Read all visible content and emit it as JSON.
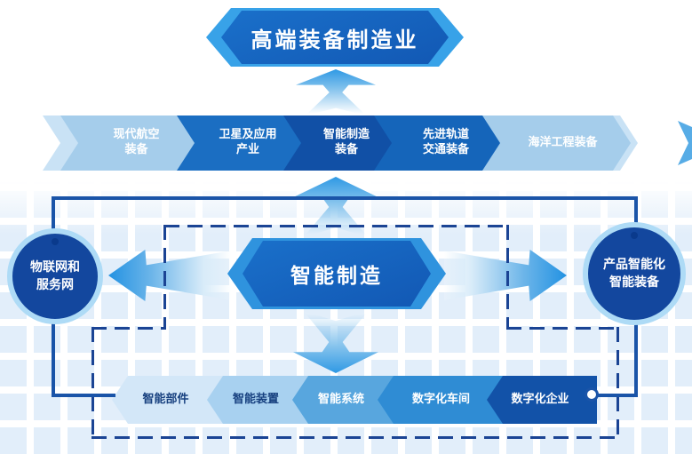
{
  "top_banner": {
    "label": "高端装备制造业"
  },
  "industry_chain": {
    "items": [
      {
        "line1": "现代航空",
        "line2": "装备"
      },
      {
        "line1": "卫星及应用",
        "line2": "产业"
      },
      {
        "line1": "智能制造",
        "line2": "装备"
      },
      {
        "line1": "先进轨道",
        "line2": "交通装备"
      },
      {
        "line1": "海洋工程装备",
        "line2": ""
      }
    ]
  },
  "core": {
    "label": "智能制造"
  },
  "left_node": {
    "line1": "物联网和",
    "line2": "服务网"
  },
  "right_node": {
    "line1": "产品智能化",
    "line2": "智能装备"
  },
  "levels": {
    "items": [
      {
        "label": "智能部件"
      },
      {
        "label": "智能装置"
      },
      {
        "label": "智能系统"
      },
      {
        "label": "数字化车间"
      },
      {
        "label": "数字化企业"
      }
    ]
  },
  "colors": {
    "banner_outer": "#38a2e8",
    "banner_inner": "#1464c0",
    "chain_light": "#a5cdeb",
    "chain_medium": "#1b6ec2",
    "chain_dark": "#1150a6",
    "level_1": "#d3e7f8",
    "level_2": "#a8d1f0",
    "level_3": "#58a6de",
    "level_4": "#2f8cd4",
    "level_5": "#1252a8",
    "solid_line": "#1a54a8",
    "dashed_line": "#1b4494",
    "circle_fill": "#13479e",
    "circle_ring": "#aedbf6",
    "arrow_blue": "#2f99e4"
  }
}
